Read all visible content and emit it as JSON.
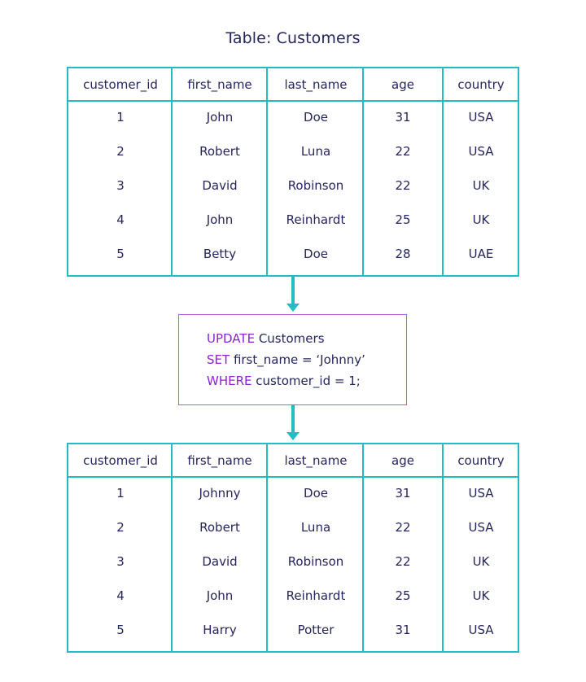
{
  "title": "Table: Customers",
  "colors": {
    "table_border": "#22bcc2",
    "code_border": "#b05ce0",
    "keyword": "#8e22d6",
    "text": "#25265e"
  },
  "columns": [
    "customer_id",
    "first_name",
    "last_name",
    "age",
    "country"
  ],
  "table_before": {
    "rows": [
      [
        "1",
        "John",
        "Doe",
        "31",
        "USA"
      ],
      [
        "2",
        "Robert",
        "Luna",
        "22",
        "USA"
      ],
      [
        "3",
        "David",
        "Robinson",
        "22",
        "UK"
      ],
      [
        "4",
        "John",
        "Reinhardt",
        "25",
        "UK"
      ],
      [
        "5",
        "Betty",
        "Doe",
        "28",
        "UAE"
      ]
    ]
  },
  "query": {
    "line1": {
      "keyword": "UPDATE",
      "text": " Customers"
    },
    "line2": {
      "keyword": "SET",
      "text": " first_name = ‘Johnny’"
    },
    "line3": {
      "keyword": "WHERE",
      "text": " customer_id = 1;"
    }
  },
  "table_after": {
    "rows": [
      [
        "1",
        "Johnny",
        "Doe",
        "31",
        "USA"
      ],
      [
        "2",
        "Robert",
        "Luna",
        "22",
        "USA"
      ],
      [
        "3",
        "David",
        "Robinson",
        "22",
        "UK"
      ],
      [
        "4",
        "John",
        "Reinhardt",
        "25",
        "UK"
      ],
      [
        "5",
        "Harry",
        "Potter",
        "31",
        "USA"
      ]
    ]
  }
}
